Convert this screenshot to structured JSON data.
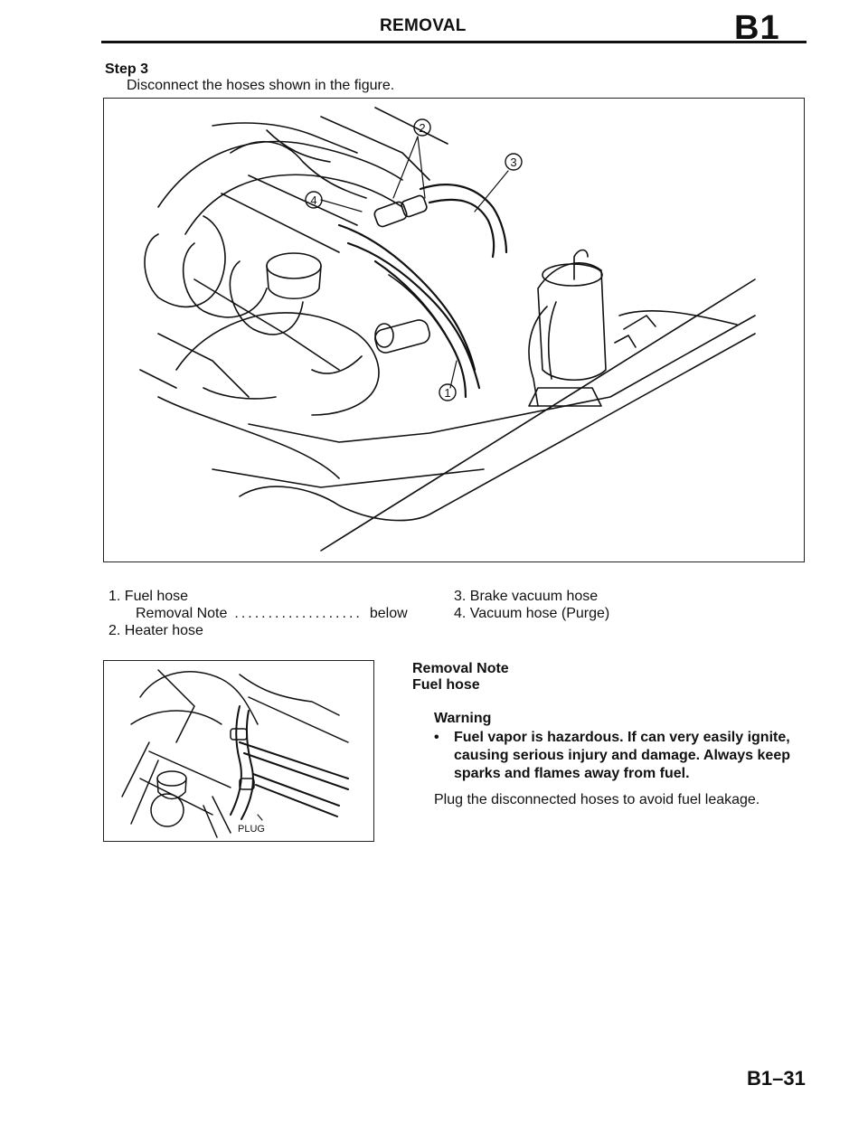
{
  "header": {
    "title": "REMOVAL",
    "section_code": "B1"
  },
  "step": {
    "label": "Step 3",
    "instruction": "Disconnect the hoses shown in the figure."
  },
  "figure_main": {
    "callouts": [
      "1",
      "2",
      "3",
      "4"
    ]
  },
  "legend": {
    "item1": "1. Fuel hose",
    "item1_note_label": "Removal Note",
    "item1_note_dots": "...................",
    "item1_note_ref": "below",
    "item2": "2. Heater hose",
    "item3": "3. Brake vacuum hose",
    "item4": "4. Vacuum hose (Purge)"
  },
  "figure_small": {
    "label": "PLUG"
  },
  "removal_note": {
    "title": "Removal Note",
    "subtitle": "Fuel hose",
    "warning_heading": "Warning",
    "warning_bullet": "•",
    "warning_text": "Fuel vapor is hazardous. If can very easily ignite, causing serious injury and damage. Always keep sparks and flames away from fuel.",
    "instruction": "Plug the disconnected hoses to avoid fuel leakage."
  },
  "footer": {
    "page_number": "B1–31"
  }
}
